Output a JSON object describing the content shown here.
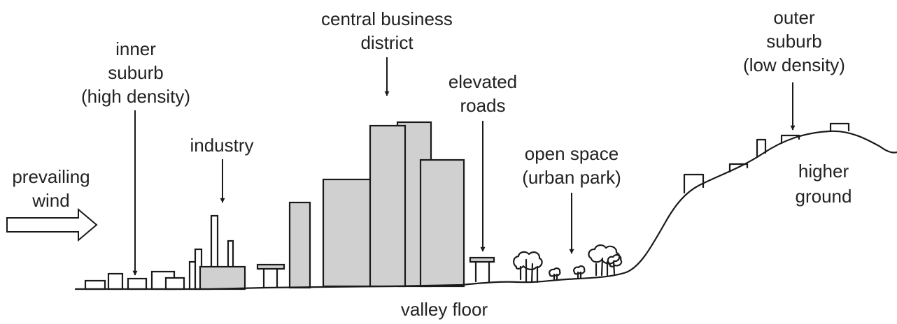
{
  "labels": {
    "central_business_district": [
      "central business",
      "district"
    ],
    "inner_suburb": [
      "inner",
      "suburb",
      "(high density)"
    ],
    "industry": [
      "industry"
    ],
    "elevated_roads": [
      "elevated",
      "roads"
    ],
    "open_space": [
      "open space",
      "(urban park)"
    ],
    "outer_suburb": [
      "outer",
      "suburb",
      "(low density)"
    ],
    "prevailing_wind": [
      "prevailing",
      "wind"
    ],
    "higher_ground": [
      "higher",
      "ground"
    ],
    "valley_floor": [
      "valley floor"
    ]
  },
  "colors": {
    "building_fill": "#d0d0d0",
    "line": "#1a1a1a",
    "text": "#222222",
    "background": "#ffffff"
  }
}
